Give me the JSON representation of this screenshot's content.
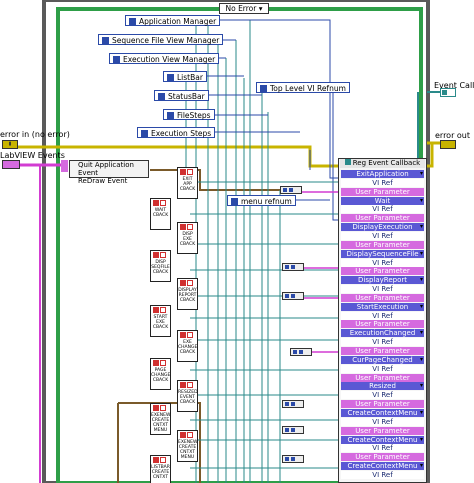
{
  "case_selector": "No Error",
  "left_labels": {
    "error_in": "error in (no error)",
    "labview_events": "LabVIEW Events"
  },
  "right_labels": {
    "event_callbacks": "Event Callbac",
    "error_out": "error out"
  },
  "controls": [
    "Application Manager",
    "Sequence File View Manager",
    "Execution View Manager",
    "ListBar",
    "StatusBar",
    "FileSteps",
    "Execution Steps",
    "Top Level VI Refnum",
    "menu refnum"
  ],
  "event_node": {
    "line1": "Quit Application Event",
    "line2": "ReDraw Event"
  },
  "reg_node_title": "Reg Event Callback",
  "reg_rows": [
    {
      "text": "ExitApplication",
      "style": "blue",
      "dd": true
    },
    {
      "text": "VI Ref",
      "style": "white",
      "dd": false
    },
    {
      "text": "User Parameter",
      "style": "pink",
      "dd": false
    },
    {
      "text": "Wait",
      "style": "blue",
      "dd": true
    },
    {
      "text": "VI Ref",
      "style": "white",
      "dd": false
    },
    {
      "text": "User Parameter",
      "style": "pink",
      "dd": false
    },
    {
      "text": "DisplayExecution",
      "style": "blue",
      "dd": true
    },
    {
      "text": "VI Ref",
      "style": "white",
      "dd": false
    },
    {
      "text": "User Parameter",
      "style": "pink",
      "dd": false
    },
    {
      "text": "DisplaySequenceFile",
      "style": "blue",
      "dd": true
    },
    {
      "text": "VI Ref",
      "style": "white",
      "dd": false
    },
    {
      "text": "User Parameter",
      "style": "pink",
      "dd": false
    },
    {
      "text": "DisplayReport",
      "style": "blue",
      "dd": true
    },
    {
      "text": "VI Ref",
      "style": "white",
      "dd": false
    },
    {
      "text": "User Parameter",
      "style": "pink",
      "dd": false
    },
    {
      "text": "StartExecution",
      "style": "blue",
      "dd": true
    },
    {
      "text": "VI Ref",
      "style": "white",
      "dd": false
    },
    {
      "text": "User Parameter",
      "style": "pink",
      "dd": false
    },
    {
      "text": "ExecutionChanged",
      "style": "blue",
      "dd": true
    },
    {
      "text": "VI Ref",
      "style": "white",
      "dd": false
    },
    {
      "text": "User Parameter",
      "style": "pink",
      "dd": false
    },
    {
      "text": "CurPageChanged",
      "style": "blue",
      "dd": true
    },
    {
      "text": "VI Ref",
      "style": "white",
      "dd": false
    },
    {
      "text": "User Parameter",
      "style": "pink",
      "dd": false
    },
    {
      "text": "Resized",
      "style": "blue",
      "dd": true
    },
    {
      "text": "VI Ref",
      "style": "white",
      "dd": false
    },
    {
      "text": "User Parameter",
      "style": "pink",
      "dd": false
    },
    {
      "text": "CreateContextMenu",
      "style": "blue",
      "dd": true
    },
    {
      "text": "VI Ref",
      "style": "white",
      "dd": false
    },
    {
      "text": "User Parameter",
      "style": "pink",
      "dd": false
    },
    {
      "text": "CreateContextMenu",
      "style": "blue",
      "dd": true
    },
    {
      "text": "VI Ref",
      "style": "white",
      "dd": false
    },
    {
      "text": "User Parameter",
      "style": "pink",
      "dd": false
    },
    {
      "text": "CreateContextMenu",
      "style": "blue",
      "dd": true
    },
    {
      "text": "VI Ref",
      "style": "white",
      "dd": false
    }
  ],
  "subvis": [
    "EXIT APP CBACK",
    "WAIT CBACK",
    "DISP EXE CBACK",
    "DISP SEQFILE CBACK",
    "DISPLAY REPORT CBACK",
    "START EXE CBACK",
    "EXE CHANGE CBACK",
    "PAGE CHANGE CBACK",
    "RESIZED EVENT CBACK",
    "EXENEW CREATE CNTXT MENU",
    "EXENEW CREATE CNTXT MENU",
    "LISTBAR CREATE CNTXT"
  ],
  "colors": {
    "frame_green": "#2e9e48",
    "wire_blue": "#2b4aa8",
    "wire_teal": "#2a8a8a",
    "wire_pink": "#d23cd2",
    "wire_yellow": "#c8b400",
    "wire_brown": "#7a5a2a",
    "row_blue": "#5a58d4",
    "row_pink": "#d56adf"
  }
}
